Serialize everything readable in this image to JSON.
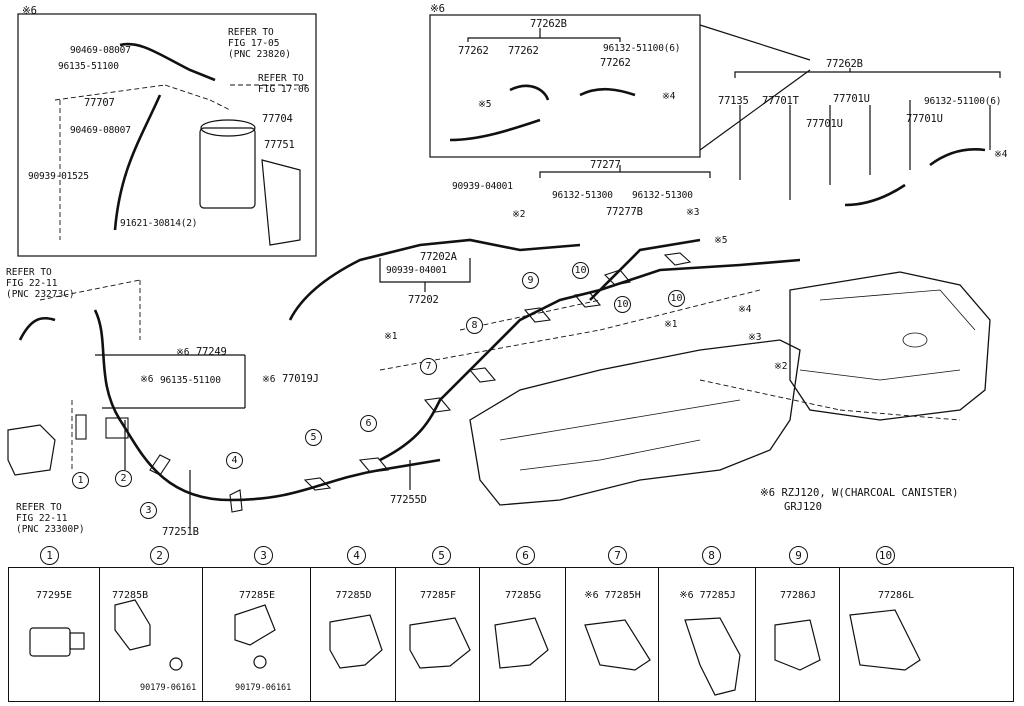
{
  "marks": {
    "m6": "※6",
    "m1": "※1",
    "m2": "※2",
    "m3": "※3",
    "m4": "※4",
    "m5": "※5"
  },
  "canister_box": {
    "p90469_1": "90469-08007",
    "p96135": "96135-51100",
    "refer_a": "REFER TO",
    "refer_a_fig": "FIG 17-05",
    "refer_a_pnc": "(PNC 23820)",
    "refer_b": "REFER TO",
    "refer_b_fig": "FIG 17-06",
    "p77707": "77707",
    "p90469_2": "90469-08007",
    "p77704": "77704",
    "p77751": "77751",
    "p90939": "90939-01525",
    "p91621": "91621-30814(2)"
  },
  "hose_box": {
    "p77262B": "77262B",
    "p77262_a": "77262",
    "p77262_b": "77262",
    "p77262_c": "77262",
    "p96132": "96132-51100(6)"
  },
  "right_group": {
    "p77262B": "77262B",
    "p77135": "77135",
    "p77701T": "77701T",
    "p77701U": "77701U",
    "p77701U_b": "77701U",
    "p77701U_c": "77701U",
    "p96132": "96132-51100(6)"
  },
  "center": {
    "p77277": "77277",
    "p90939_04001_a": "90939-04001",
    "p96132_a": "96132-51300",
    "p96132_b": "96132-51300",
    "p77277B": "77277B",
    "p77202A": "77202A",
    "p90939_04001_b": "90939-04001",
    "p77202": "77202",
    "p77249": "77249",
    "p96135": "96135-51100",
    "p77019J": "77019J",
    "p77251B": "77251B",
    "p77255D": "77255D"
  },
  "left_refs": {
    "refer_c": "REFER TO",
    "refer_c_fig": "FIG 22-11",
    "refer_c_pnc": "(PNC 23273C)",
    "refer_d": "REFER TO",
    "refer_d_fig": "FIG 22-11",
    "refer_d_pnc": "(PNC 23300P)"
  },
  "callouts": [
    "1",
    "2",
    "3",
    "4",
    "5",
    "6",
    "7",
    "8",
    "9",
    "10"
  ],
  "note": {
    "line1": "※6 RZJ120, W(CHARCOAL CANISTER)",
    "line2": "GRJ120"
  },
  "legend": [
    {
      "num": "1",
      "part": "77295E",
      "extra": ""
    },
    {
      "num": "2",
      "part": "77285B",
      "extra": "90179-06161"
    },
    {
      "num": "3",
      "part": "77285E",
      "extra": "90179-06161"
    },
    {
      "num": "4",
      "part": "77285D",
      "extra": ""
    },
    {
      "num": "5",
      "part": "77285F",
      "extra": ""
    },
    {
      "num": "6",
      "part": "77285G",
      "extra": ""
    },
    {
      "num": "7",
      "part": "※6 77285H",
      "extra": ""
    },
    {
      "num": "8",
      "part": "※6 77285J",
      "extra": ""
    },
    {
      "num": "9",
      "part": "77286J",
      "extra": ""
    },
    {
      "num": "10",
      "part": "77286L",
      "extra": ""
    }
  ]
}
